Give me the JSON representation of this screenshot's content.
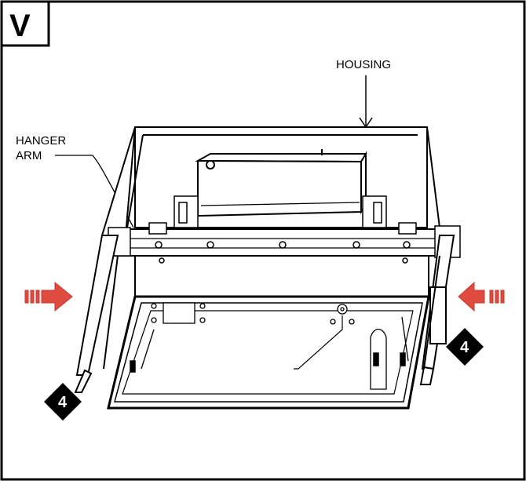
{
  "panel": {
    "letter": "V"
  },
  "callouts": {
    "housing": "HOUSING",
    "hanger_arm_line1": "HANGER",
    "hanger_arm_line2": "ARM"
  },
  "steps": {
    "left_marker": "4",
    "right_marker": "4"
  },
  "colors": {
    "arrow": "#e04b3f",
    "outline": "#000000",
    "marker": "#000000"
  },
  "icons": {
    "left_arrow": "arrow-right-icon",
    "right_arrow": "arrow-left-icon"
  }
}
